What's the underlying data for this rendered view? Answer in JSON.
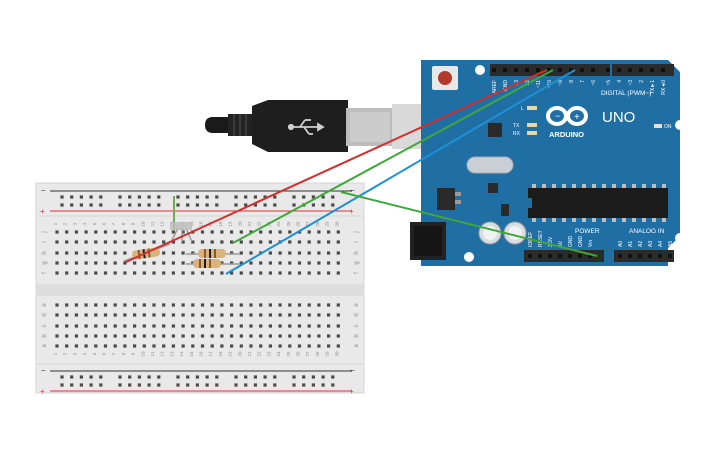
{
  "board": {
    "name": "UNO",
    "brand": "ARDUINO",
    "digital_header_label": "DIGITAL (PWM~)",
    "power_header_label": "POWER",
    "analog_header_label": "ANALOG IN",
    "on_label": "ON",
    "tx_label": "TX",
    "rx_label": "RX",
    "l_label": "L",
    "digital_pins": [
      "AREF",
      "GND",
      "13",
      "12",
      "~11",
      "~10",
      "~9",
      "8",
      "7",
      "~6",
      "~5",
      "4",
      "~3",
      "2",
      "TX►1",
      "RX◄0"
    ],
    "power_pins": [
      "IOREF",
      "RESET",
      "3.3V",
      "5V",
      "GND",
      "GND",
      "Vin"
    ],
    "analog_pins": [
      "A0",
      "A1",
      "A2",
      "A3",
      "A4",
      "A5"
    ]
  },
  "breadboard": {
    "column_numbers": [
      "1",
      "2",
      "3",
      "4",
      "5",
      "6",
      "7",
      "8",
      "9",
      "10",
      "11",
      "12",
      "13",
      "14",
      "15",
      "16",
      "17",
      "18",
      "19",
      "20",
      "21",
      "22",
      "23",
      "24",
      "25",
      "26",
      "27",
      "28",
      "29",
      "30"
    ],
    "top_rows": [
      "j",
      "i",
      "h",
      "g",
      "f"
    ],
    "bottom_rows": [
      "e",
      "d",
      "c",
      "b",
      "a"
    ],
    "rail_minus": "−",
    "rail_plus": "+"
  },
  "colors": {
    "board_blue": "#1f6fa5",
    "wire_red": "#d32f2f",
    "wire_green": "#3fa83a",
    "wire_blue": "#1e90d6",
    "breadboard": "#e9e9e9",
    "rail_red": "#d93333",
    "rail_dark": "#333333"
  }
}
